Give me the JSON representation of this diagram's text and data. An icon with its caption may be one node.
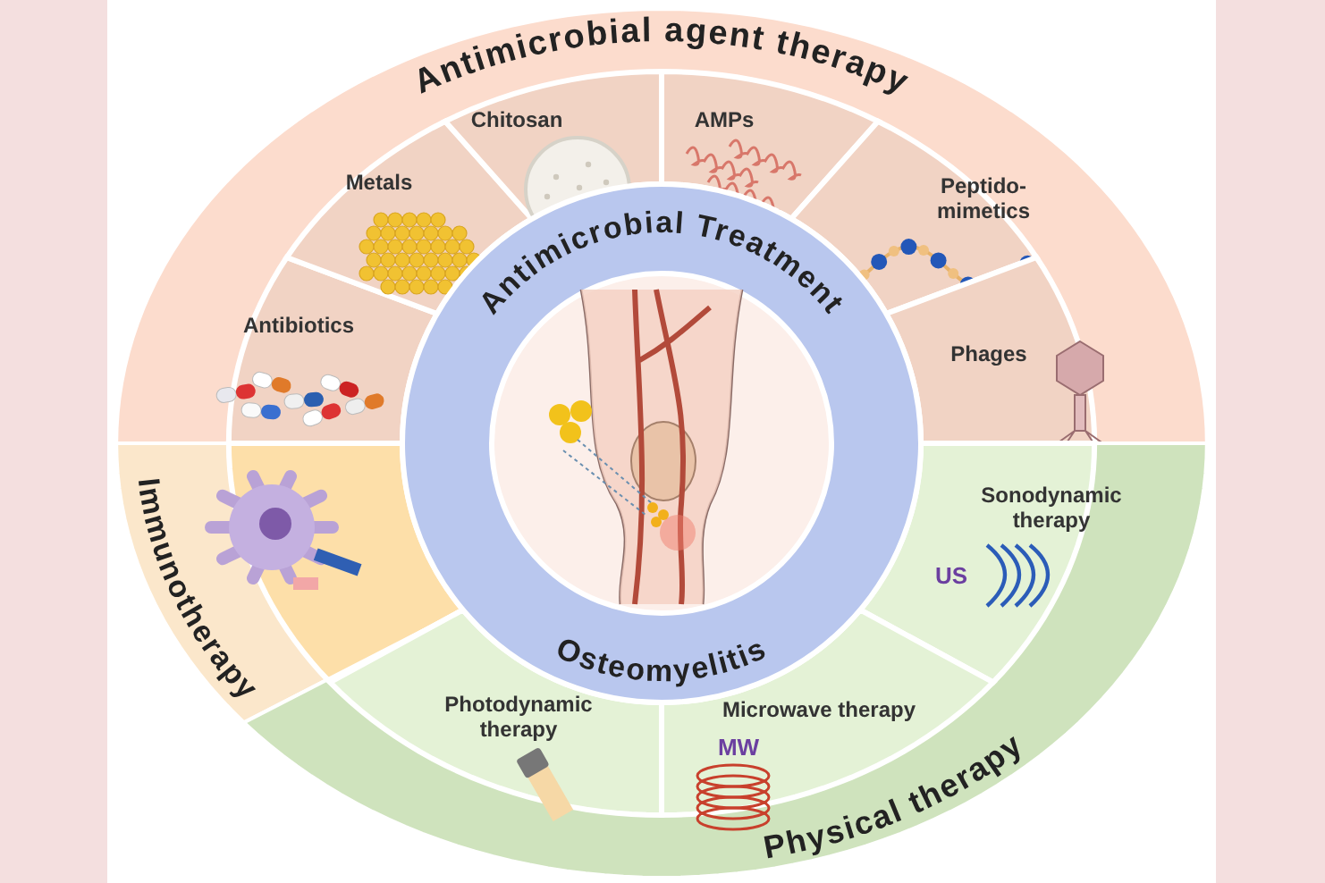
{
  "diagram": {
    "nodes": [
      {
        "text": [
          "Antimicrobial agent therapy"
        ]
      },
      {
        "text": [
          "Antibiotics"
        ],
        "in": 0
      },
      {
        "text": [
          "Metals"
        ],
        "in": 0
      },
      {
        "text": [
          "Chitosan"
        ],
        "in": 0
      },
      {
        "text": [
          "AMPs"
        ],
        "in": 0
      },
      {
        "text": [
          "Peptido- mimetics"
        ],
        "in": 0
      },
      {
        "text": [
          "Phages"
        ],
        "in": 0
      },
      {
        "text": [
          "Immunotherapy"
        ]
      },
      {
        "text": [
          "Physical therapy"
        ]
      },
      {
        "text": [
          "Sonodynamic therapy"
        ],
        "in": 8
      },
      {
        "text": [
          "Microwave therapy"
        ],
        "in": 8
      },
      {
        "text": [
          "Photodynamic therapy"
        ],
        "in": 8
      },
      {
        "text": [
          "Antimicrobial Treatment",
          "Osteomyelitis"
        ]
      }
    ],
    "labels": [
      "US",
      "MW"
    ]
  }
}
